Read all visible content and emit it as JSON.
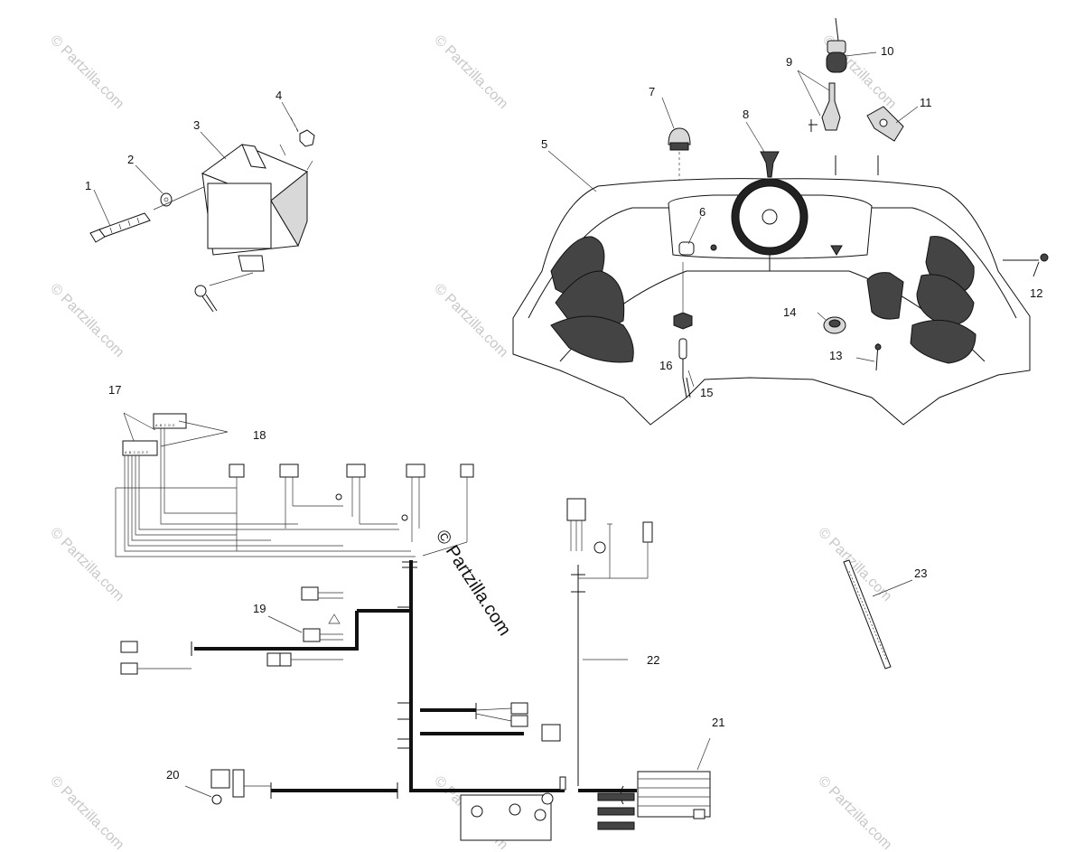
{
  "watermark": {
    "center_text": "© Partzilla.com",
    "tile_text": "© Partzilla.com"
  },
  "callouts": {
    "c1": "1",
    "c2": "2",
    "c3": "3",
    "c4": "4",
    "c5": "5",
    "c6": "6",
    "c7": "7",
    "c8": "8",
    "c9": "9",
    "c10": "10",
    "c11": "11",
    "c12": "12",
    "c13": "13",
    "c14": "14",
    "c15": "15",
    "c16": "16",
    "c17": "17",
    "c18": "18",
    "c19": "19",
    "c20": "20",
    "c21": "21",
    "c22": "22",
    "c23": "23"
  },
  "colors": {
    "ink": "#111111",
    "watermark": "#c8c8c8",
    "background": "#ffffff"
  }
}
